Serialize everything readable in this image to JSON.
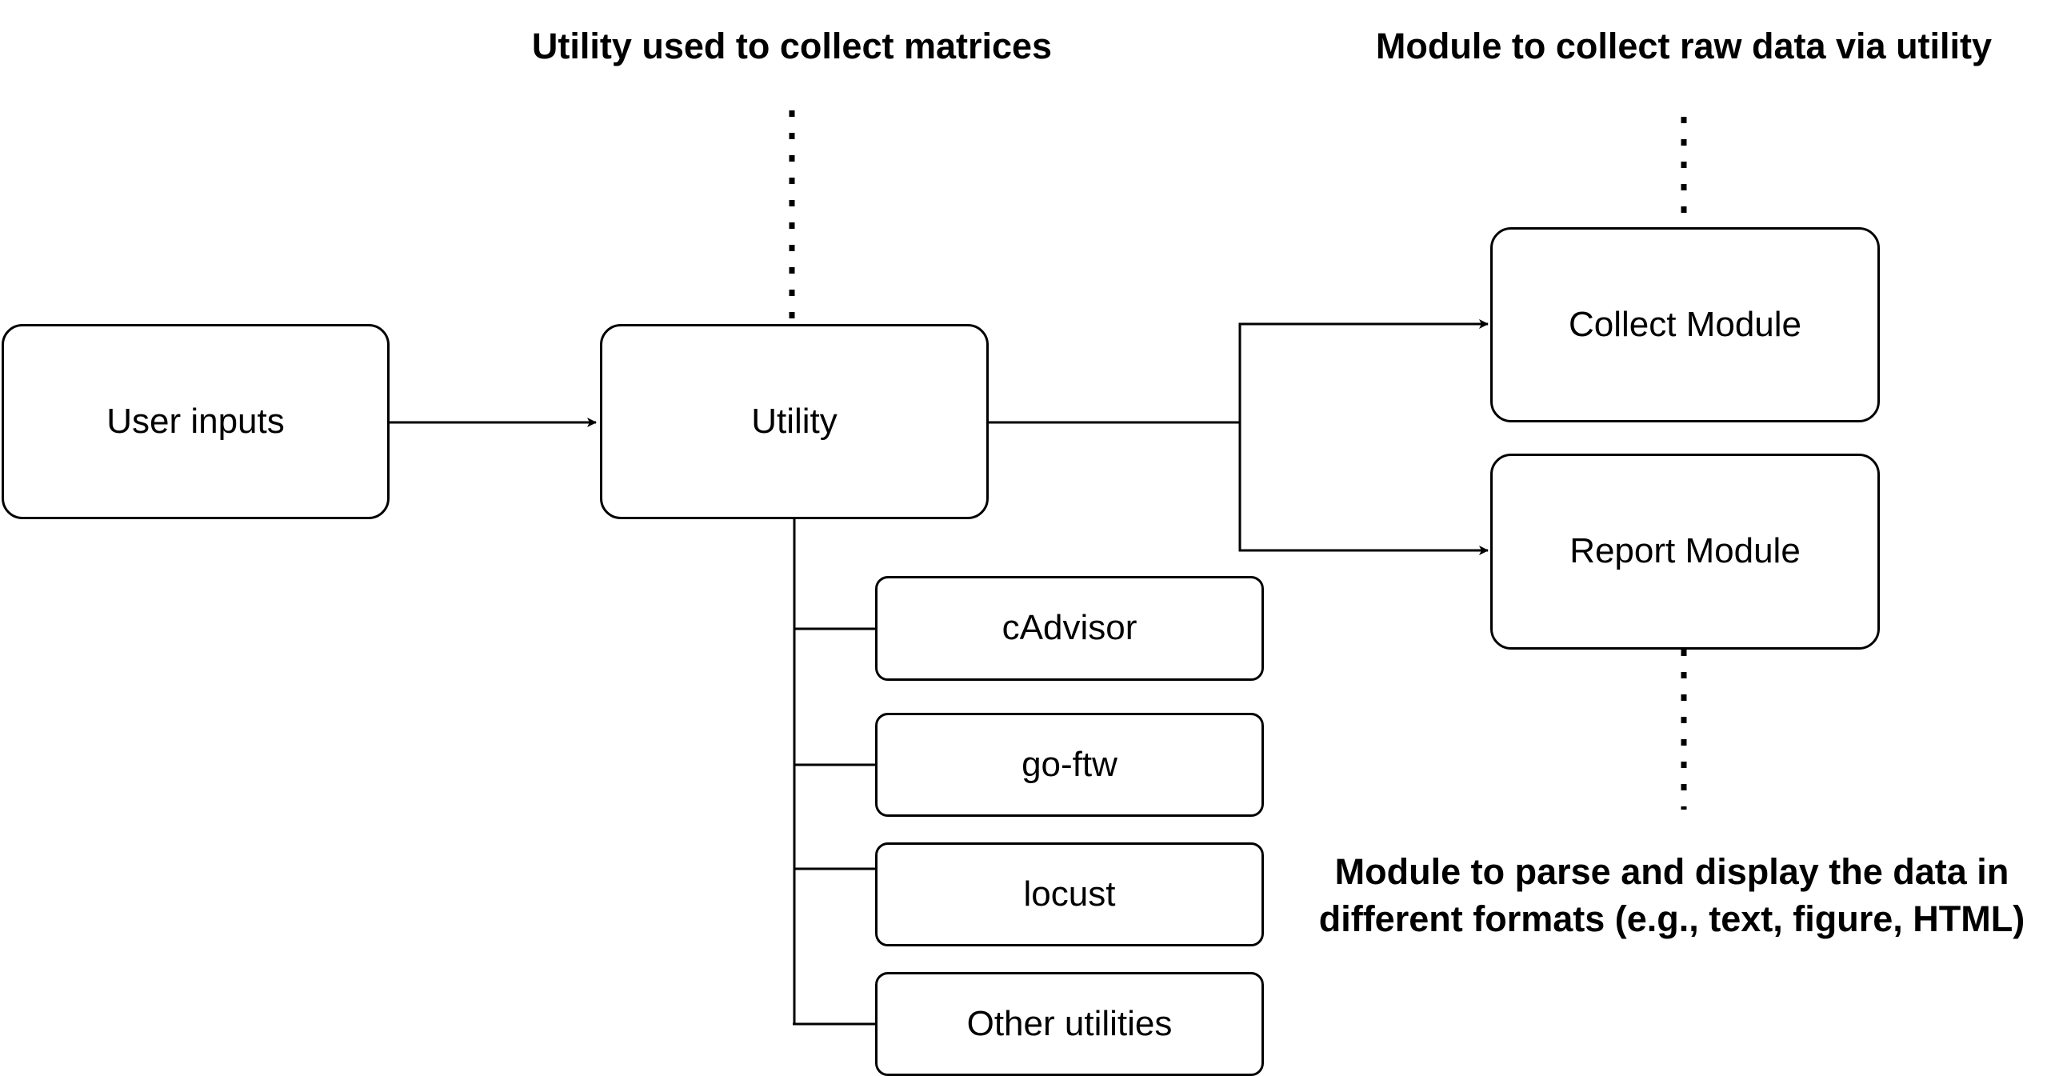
{
  "headings": {
    "utility": "Utility used to collect matrices",
    "collect": "Module to collect raw data via utility",
    "report_line1": "Module to parse and display the data in",
    "report_line2": "different formats (e.g., text, figure, HTML)"
  },
  "nodes": {
    "user_inputs": "User inputs",
    "utility": "Utility",
    "collect_module": "Collect Module",
    "report_module": "Report Module",
    "cadvisor": "cAdvisor",
    "go_ftw": "go-ftw",
    "locust": "locust",
    "other_utilities": "Other utilities"
  },
  "colors": {
    "stroke": "#000000",
    "background": "#ffffff"
  }
}
